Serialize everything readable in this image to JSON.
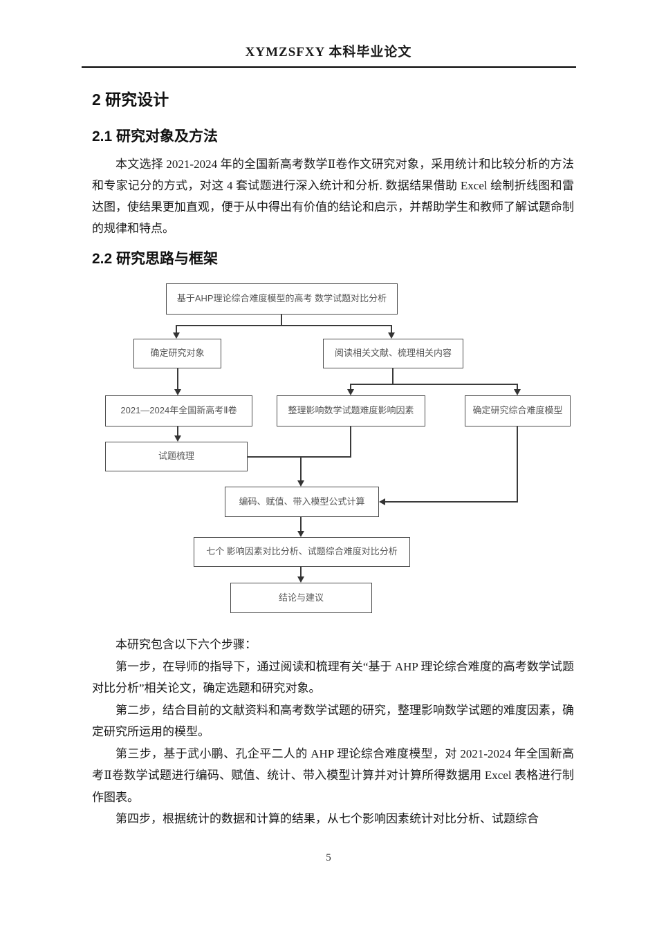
{
  "header": {
    "title": "XYMZSFXY 本科毕业论文"
  },
  "headings": {
    "section": "2 研究设计",
    "sub1": "2.1 研究对象及方法",
    "sub2": "2.2 研究思路与框架"
  },
  "body": {
    "paragraph_2_1": "本文选择 2021-2024 年的全国新高考数学Ⅱ卷作文研究对象，采用统计和比较分析的方法和专家记分的方式，对这 4 套试题进行深入统计和分析. 数据结果借助 Excel 绘制折线图和雷达图，使结果更加直观，便于从中得出有价值的结论和启示，并帮助学生和教师了解试题命制的规律和特点。",
    "steps_intro": "本研究包含以下六个步骤：",
    "step1": "第一步，在导师的指导下，通过阅读和梳理有关“基于 AHP 理论综合难度的高考数学试题对比分析”相关论文，确定选题和研究对象。",
    "step2": "第二步，结合目前的文献资料和高考数学试题的研究，整理影响数学试题的难度因素，确定研究所运用的模型。",
    "step3": "第三步，基于武小鹏、孔企平二人的 AHP 理论综合难度模型，对 2021-2024 年全国新高考Ⅱ卷数学试题进行编码、赋值、统计、带入模型计算并对计算所得数据用 Excel 表格进行制作图表。",
    "step4": "第四步，根据统计的数据和计算的结果，从七个影响因素统计对比分析、试题综合"
  },
  "flowchart": {
    "nodes": [
      {
        "id": "topic",
        "label": "基于AHP理论综合难度模型的高考 数学试题对比分析"
      },
      {
        "id": "determine-object",
        "label": "确定研究对象"
      },
      {
        "id": "read-literature",
        "label": "阅读相关文献、梳理相关内容"
      },
      {
        "id": "exam-papers",
        "label": "2021—2024年全国新高考Ⅱ卷"
      },
      {
        "id": "difficulty-factors",
        "label": "整理影响数学试题难度影响因素"
      },
      {
        "id": "difficulty-model",
        "label": "确定研究综合难度模型"
      },
      {
        "id": "sort-questions",
        "label": "试题梳理"
      },
      {
        "id": "encode-calculate",
        "label": "编码、赋值、带入模型公式计算"
      },
      {
        "id": "comparative-analysis",
        "label": "七个 影响因素对比分析、试题综合难度对比分析"
      },
      {
        "id": "conclusion",
        "label": "结论与建议"
      }
    ]
  },
  "footer": {
    "page_number": "5"
  },
  "colors": {
    "page_background": "#ffffff",
    "text": "#1a1a1a",
    "flow_border": "#4a4a4a",
    "flow_text": "#555555",
    "flow_line": "#3a3a3a",
    "header_rule": "#000000"
  }
}
